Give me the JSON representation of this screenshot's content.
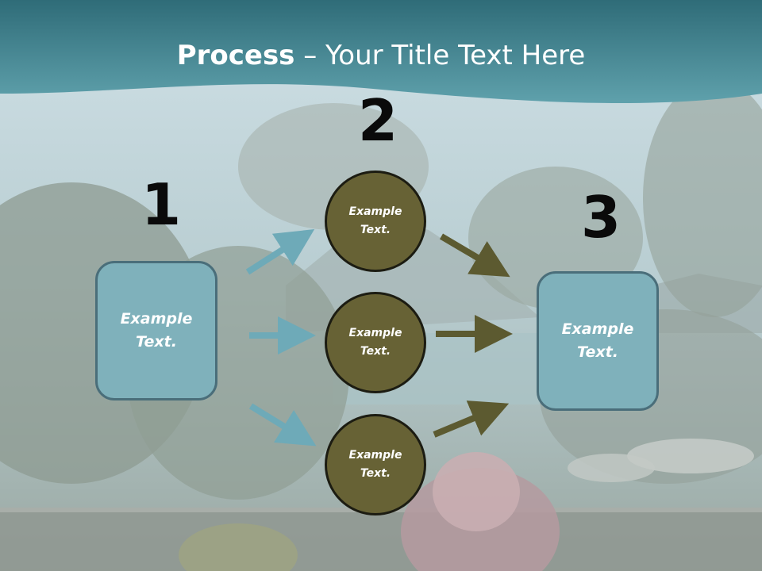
{
  "slide": {
    "title_bold": "Process",
    "title_rest": " – Your Title Text Here"
  },
  "steps": {
    "one": {
      "number": "1",
      "text": "Example\nText."
    },
    "two": {
      "number": "2"
    },
    "three": {
      "number": "3",
      "text": "Example\nText."
    }
  },
  "circles": [
    {
      "text": "Example\nText."
    },
    {
      "text": "Example\nText."
    },
    {
      "text": "Example\nText."
    }
  ],
  "colors": {
    "header": "#4e8c96",
    "box_fill": "#7fb1bb",
    "circle_fill": "#676235",
    "arrow_blue": "#6eaab8",
    "arrow_olive": "#5c5a30"
  }
}
